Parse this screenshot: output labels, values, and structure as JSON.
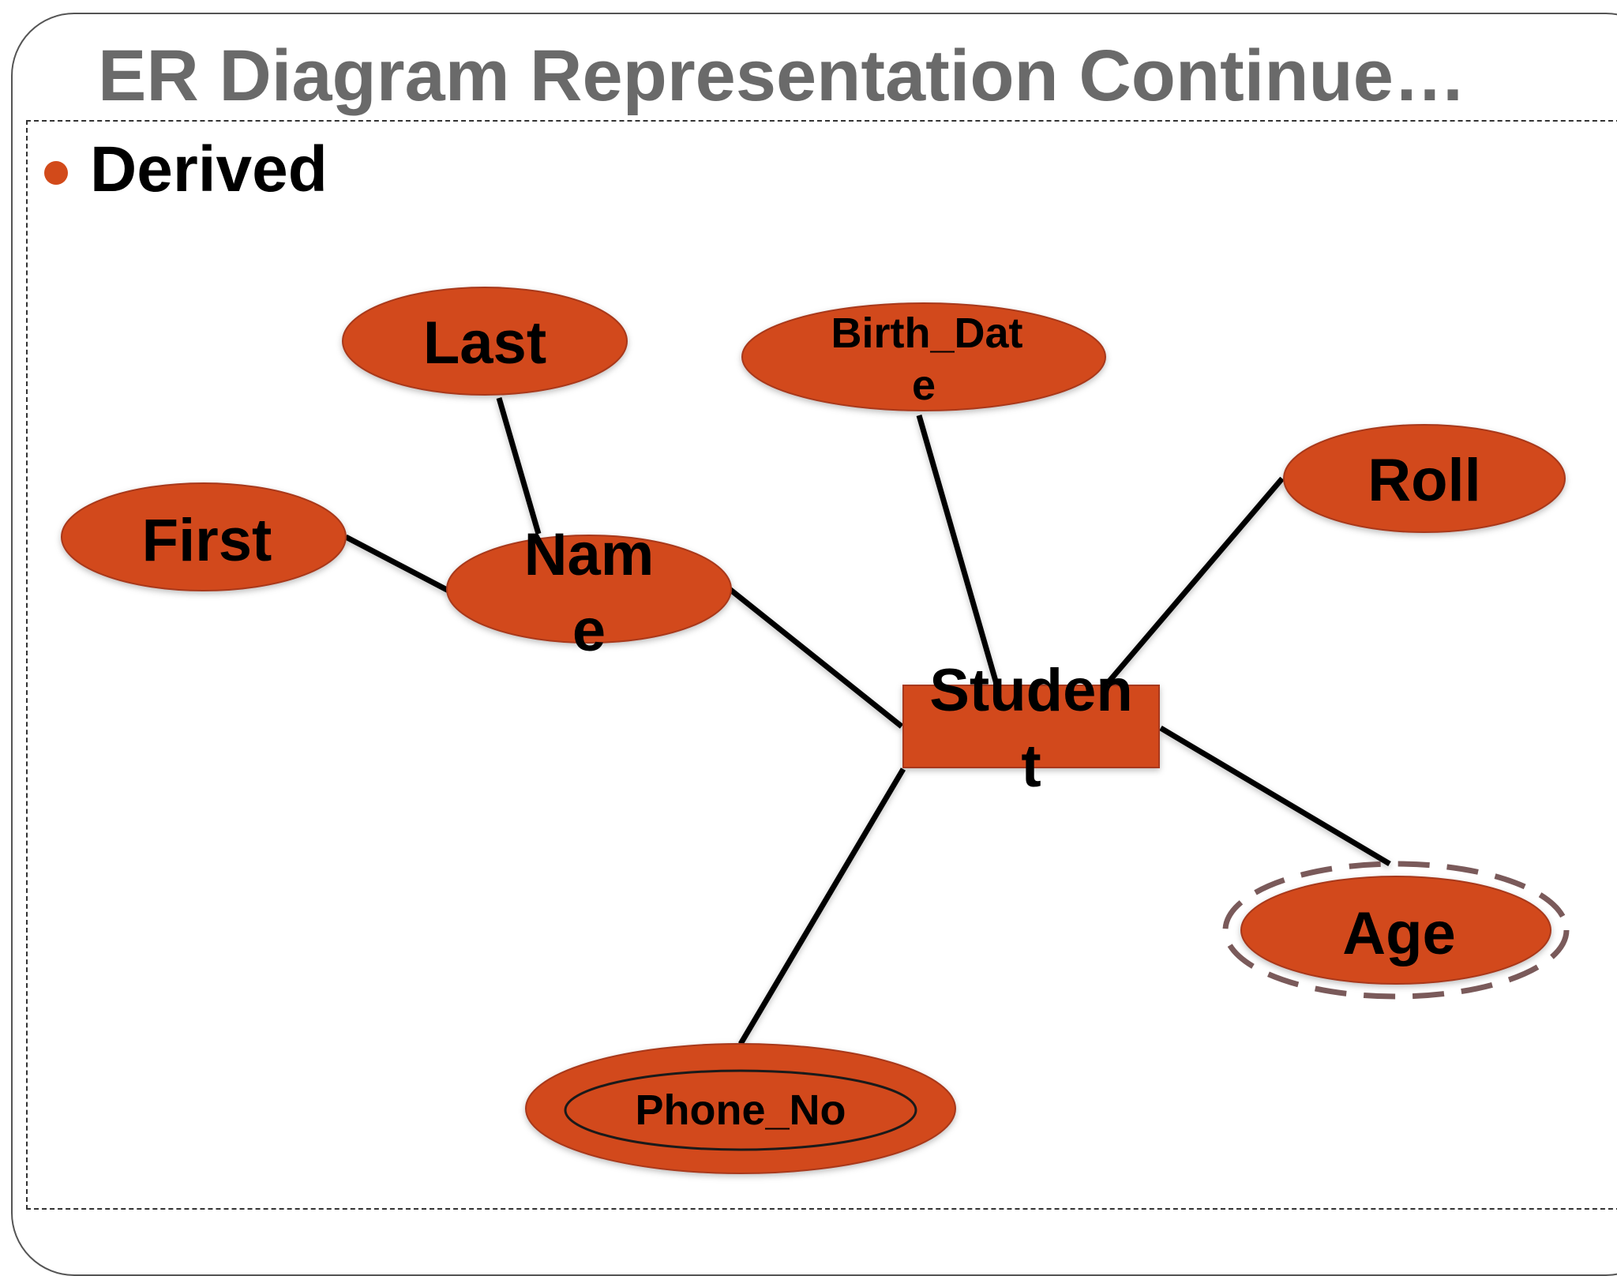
{
  "slide": {
    "title": "ER Diagram Representation Continue…",
    "bullet": "Derived"
  },
  "diagram": {
    "entity": {
      "line1": "Studen",
      "line2": "t"
    },
    "attributes": {
      "last": "Last",
      "first": "First",
      "name": {
        "line1": "Nam",
        "line2": "e"
      },
      "birth_date": {
        "line1": "Birth_Dat",
        "line2": "e"
      },
      "roll": "Roll",
      "age": "Age",
      "phone_no": "Phone_No"
    }
  },
  "colors": {
    "shape_fill": "#d24a1a",
    "shape_stroke": "#a8391a",
    "title_text": "#6a6a6a",
    "bullet_dot": "#d24a1a",
    "derived_dash": "#7a5a5a"
  }
}
